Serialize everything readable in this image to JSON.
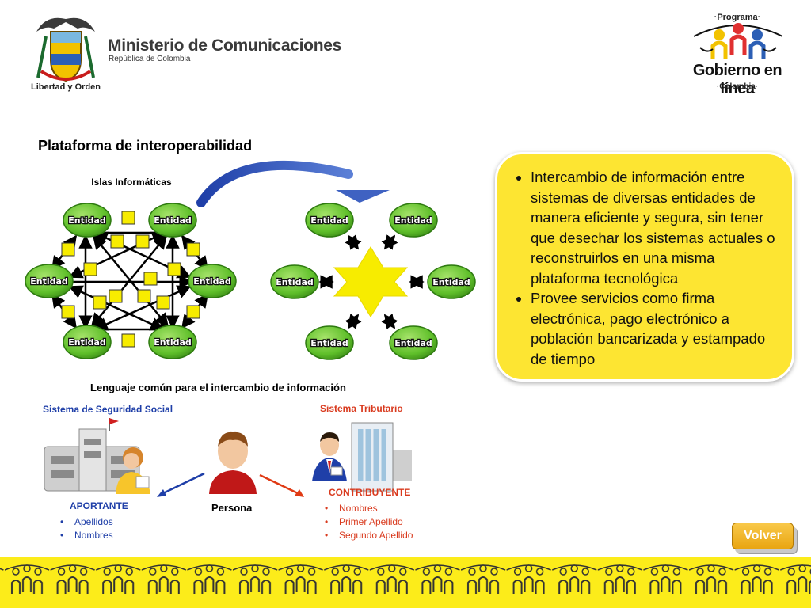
{
  "header": {
    "crest_label": "Libertad y Orden",
    "ministry": "Ministerio de Comunicaciones",
    "ministry_sub": "República de Colombia",
    "program_top": "·Programa·",
    "program_main": "Gobierno en línea",
    "program_bottom": "·Colombia·"
  },
  "title": "Plataforma de interoperabilidad",
  "diagram": {
    "islands_title": "Islas Informáticas",
    "node_label": "Entidad",
    "language_title": "Lenguaje común para el intercambio de información"
  },
  "callout": {
    "bullets": [
      "Intercambio de información entre sistemas de diversas entidades de manera eficiente y segura, sin tener que desechar los sistemas actuales o reconstruirlos en una misma plataforma tecnológica",
      "Provee servicios como firma electrónica, pago electrónico a población bancarizada y estampado de tiempo"
    ]
  },
  "systems": {
    "social_security": {
      "title": "Sistema de Seguridad Social",
      "role": "APORTANTE",
      "fields": [
        "Apellidos",
        "Nombres"
      ]
    },
    "person": "Persona",
    "tax": {
      "title": "Sistema Tributario",
      "role": "CONTRIBUYENTE",
      "fields": [
        "Nombres",
        "Primer Apellido",
        "Segundo Apellido"
      ]
    }
  },
  "nav": {
    "back_label": "Volver"
  },
  "colors": {
    "callout_bg": "#fde532",
    "entity_green": "#5fbf2a",
    "star_yellow": "#f7ec00",
    "blue_text": "#1f3fa8",
    "red_text": "#d93a1e",
    "footer_bg": "#fcec1a"
  }
}
